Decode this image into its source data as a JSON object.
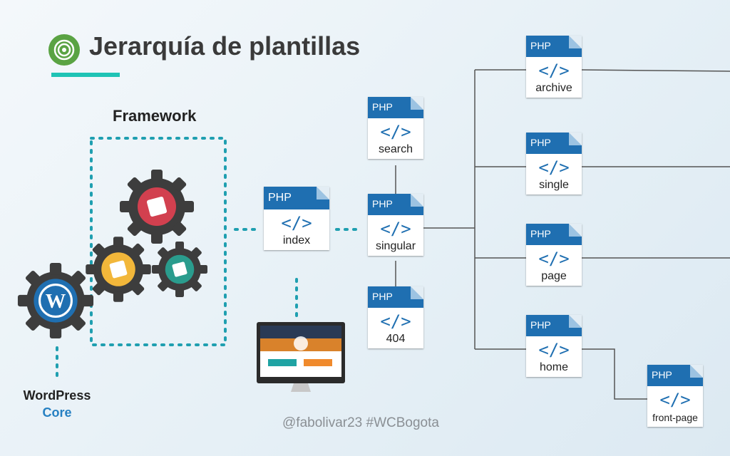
{
  "slide": {
    "title": "Jerarquía de plantillas",
    "framework_label": "Framework",
    "wordpress_label": "WordPress",
    "core_label": "Core",
    "handle": "@fabolivar23 #WCBogota"
  },
  "icons": {
    "title_logo": "target-icon",
    "gears": [
      "gear-icon",
      "gear-icon",
      "gear-icon",
      "gear-icon"
    ],
    "monitor": "monitor-icon"
  },
  "colors": {
    "accent_teal": "#1fc3b5",
    "php_blue": "#1f6fb1",
    "core_blue": "#2680c2",
    "logo_green": "#5aa343",
    "gear_red": "#d2404f",
    "gear_yellow": "#f2b73a",
    "gear_teal": "#2a9c8d",
    "gear_gray": "#3d3d3d"
  },
  "files": {
    "php_tag": "PHP",
    "code_glyph": "</>",
    "index": "index",
    "search": "search",
    "singular": "singular",
    "f404": "404",
    "archive": "archive",
    "single": "single",
    "page": "page",
    "home": "home",
    "front_page": "front-page"
  }
}
